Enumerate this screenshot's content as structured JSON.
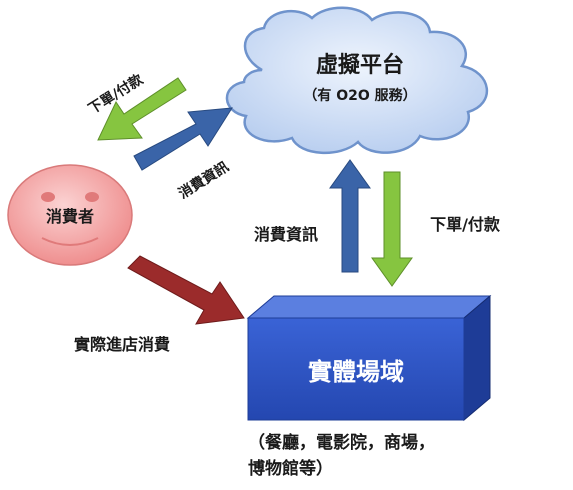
{
  "platform": {
    "title": "虛擬平台",
    "subtitle": "（有 O2O 服務）"
  },
  "consumer": {
    "label": "消費者"
  },
  "store": {
    "title": "實體場域",
    "caption_line1": "（餐廳，電影院，商場，",
    "caption_line2": "博物館等）"
  },
  "arrows": {
    "platform_to_consumer": "下單/付款",
    "consumer_to_platform": "消費資訊",
    "store_to_platform": "消費資訊",
    "platform_to_store": "下單/付款",
    "consumer_to_store": "實際進店消費"
  },
  "colors": {
    "cloud_fill": "#c9daf4",
    "cloud_stroke": "#6f93cc",
    "face_fill": "#f4a3a3",
    "face_stroke": "#d97a7a",
    "cube_front": "#2f57c8",
    "cube_top": "#5b7fe0",
    "cube_side": "#1e3c97",
    "green_arrow": "#86c540",
    "blue_arrow": "#3a64a8",
    "red_arrow": "#9b2b2b"
  }
}
